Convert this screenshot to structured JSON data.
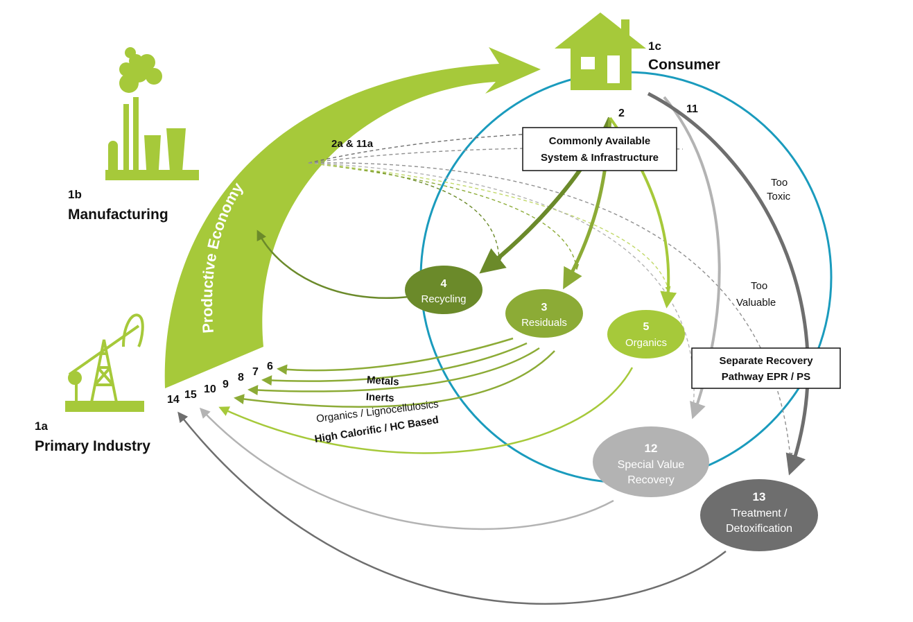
{
  "colors": {
    "light_green": "#a6c93a",
    "mid_green": "#8cab36",
    "dark_green": "#6b8a2a",
    "pale_green": "#c2d96a",
    "blue_circle": "#1a9bbd",
    "gray_light": "#b3b3b3",
    "gray_mid": "#8f8f8f",
    "gray_dark": "#6e6e6e"
  },
  "actors": {
    "primary": {
      "code": "1a",
      "name": "Primary Industry"
    },
    "manufacturing": {
      "code": "1b",
      "name": "Manufacturing"
    },
    "consumer": {
      "code": "1c",
      "name": "Consumer"
    }
  },
  "productive_economy": "Productive Economy",
  "flow_labels": {
    "two": "2",
    "eleven": "11",
    "two_a": "2a & 11a",
    "too_toxic_1": "Too",
    "too_toxic_2": "Toxic",
    "too_valuable_1": "Too",
    "too_valuable_2": "Valuable"
  },
  "boxes": {
    "infrastructure": [
      "Commonly Available",
      "System & Infrastructure"
    ],
    "separate": [
      "Separate Recovery",
      "Pathway EPR / PS"
    ]
  },
  "nodes": {
    "recycling": {
      "num": "4",
      "label": "Recycling"
    },
    "residuals": {
      "num": "3",
      "label": "Residuals"
    },
    "organics": {
      "num": "5",
      "label": "Organics"
    },
    "special": {
      "num": "12",
      "label1": "Special Value",
      "label2": "Recovery"
    },
    "treatment": {
      "num": "13",
      "label1": "Treatment /",
      "label2": "Detoxification"
    }
  },
  "return_numbers": [
    "14",
    "15",
    "10",
    "9",
    "8",
    "7",
    "6"
  ],
  "material_streams": [
    "Metals",
    "Inerts",
    "Organics / Lignocellulosics",
    "High Calorific / HC Based"
  ]
}
